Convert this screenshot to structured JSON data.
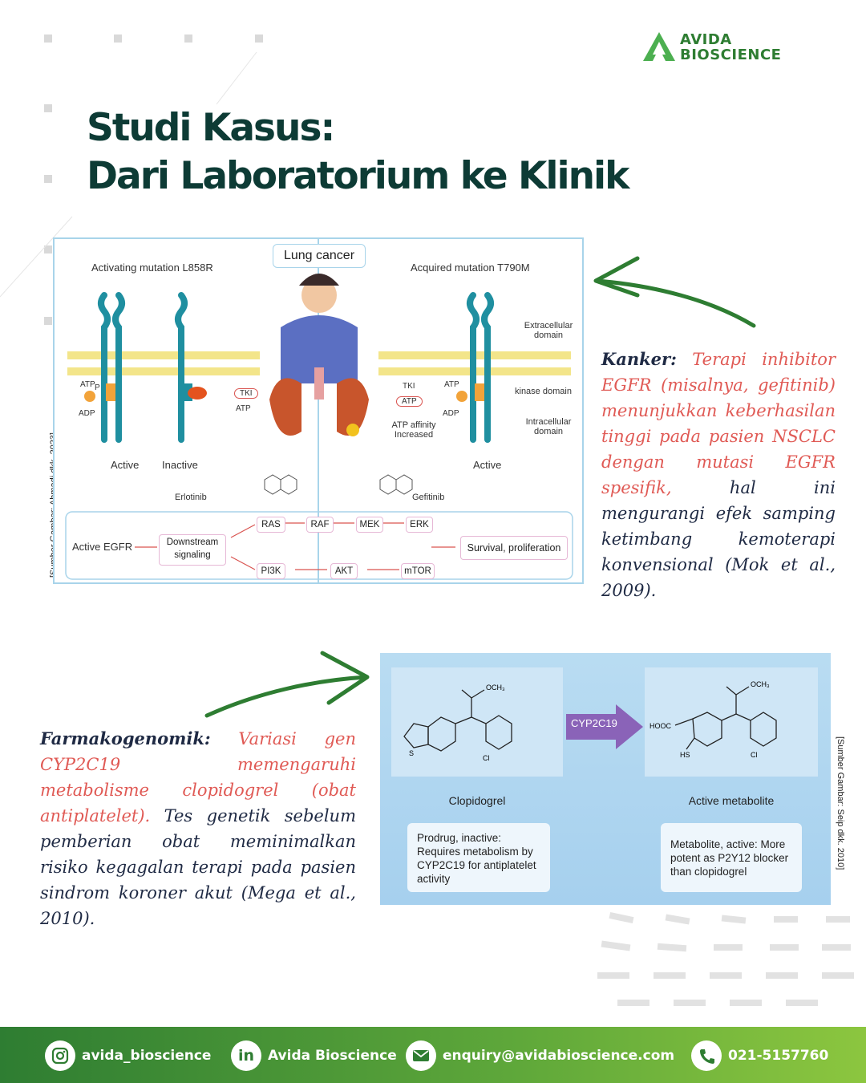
{
  "brand": {
    "line1": "AVIDA",
    "line2": "BIOSCIENCE",
    "color": "#2e7d32"
  },
  "title": {
    "line1": "Studi Kasus:",
    "line2": "Dari Laboratorium ke Klinik",
    "color": "#0d3b35"
  },
  "figure1": {
    "center_label": "Lung cancer",
    "left_heading": "Activating mutation L858R",
    "right_heading": "Acquired mutation T790M",
    "atp": "ATP",
    "p": "P",
    "adp": "ADP",
    "tki": "TKI",
    "state_active": "Active",
    "state_inactive": "Inactive",
    "extracellular": "Extracellular domain",
    "kinase": "kinase domain",
    "intracellular": "Intracellular domain",
    "atp_affinity": "ATP affinity Increased",
    "drug_left": "Erlotinib",
    "drug_right": "Gefitinib",
    "pathway": {
      "start": "Active EGFR",
      "downstream": "Downstream signaling",
      "top": [
        "RAS",
        "RAF",
        "MEK",
        "ERK"
      ],
      "bottom": [
        "PI3K",
        "AKT",
        "mTOR"
      ],
      "end": "Survival, proliferation"
    },
    "source": "[Sumber Gambar: Ahmadi dkk. 2023]"
  },
  "text1": {
    "lead": "Kanker:",
    "highlight": "Terapi inhibitor EGFR (misalnya, gefitinib) menunjukkan keberhasilan tinggi pada pasien NSCLC dengan mutasi EGFR spesifik,",
    "rest": "hal ini mengurangi efek samping ketimbang kemoterapi konvensional (Mok et al., 2009)."
  },
  "figure2": {
    "left_name": "Clopidogrel",
    "right_name": "Active metabolite",
    "enzyme": "CYP2C19",
    "left_info": "Prodrug, inactive: Requires metabolism by CYP2C19 for antiplatelet activity",
    "right_info": "Metabolite, active: More potent as P2Y12 blocker than clopidogrel",
    "source": "[Sumber Gambar: Seip dkk. 2010]"
  },
  "text2": {
    "lead": "Farmakogenomik:",
    "highlight": "Variasi gen CYP2C19 memengaruhi metabolisme clopidogrel (obat antiplatelet).",
    "rest": "Tes genetik sebelum pemberian obat meminimalkan risiko kegagalan terapi pada pasien sindrom koroner akut (Mega et al., 2010)."
  },
  "footer": {
    "instagram": "avida_bioscience",
    "linkedin": "Avida Bioscience",
    "email": "enquiry@avidabioscience.com",
    "phone": "021-5157760",
    "icons": [
      "instagram-icon",
      "linkedin-icon",
      "mail-icon",
      "phone-icon"
    ]
  },
  "colors": {
    "accent_green": "#2e7d32",
    "highlight_red": "#e05a55",
    "text_dark": "#1f2a44"
  }
}
